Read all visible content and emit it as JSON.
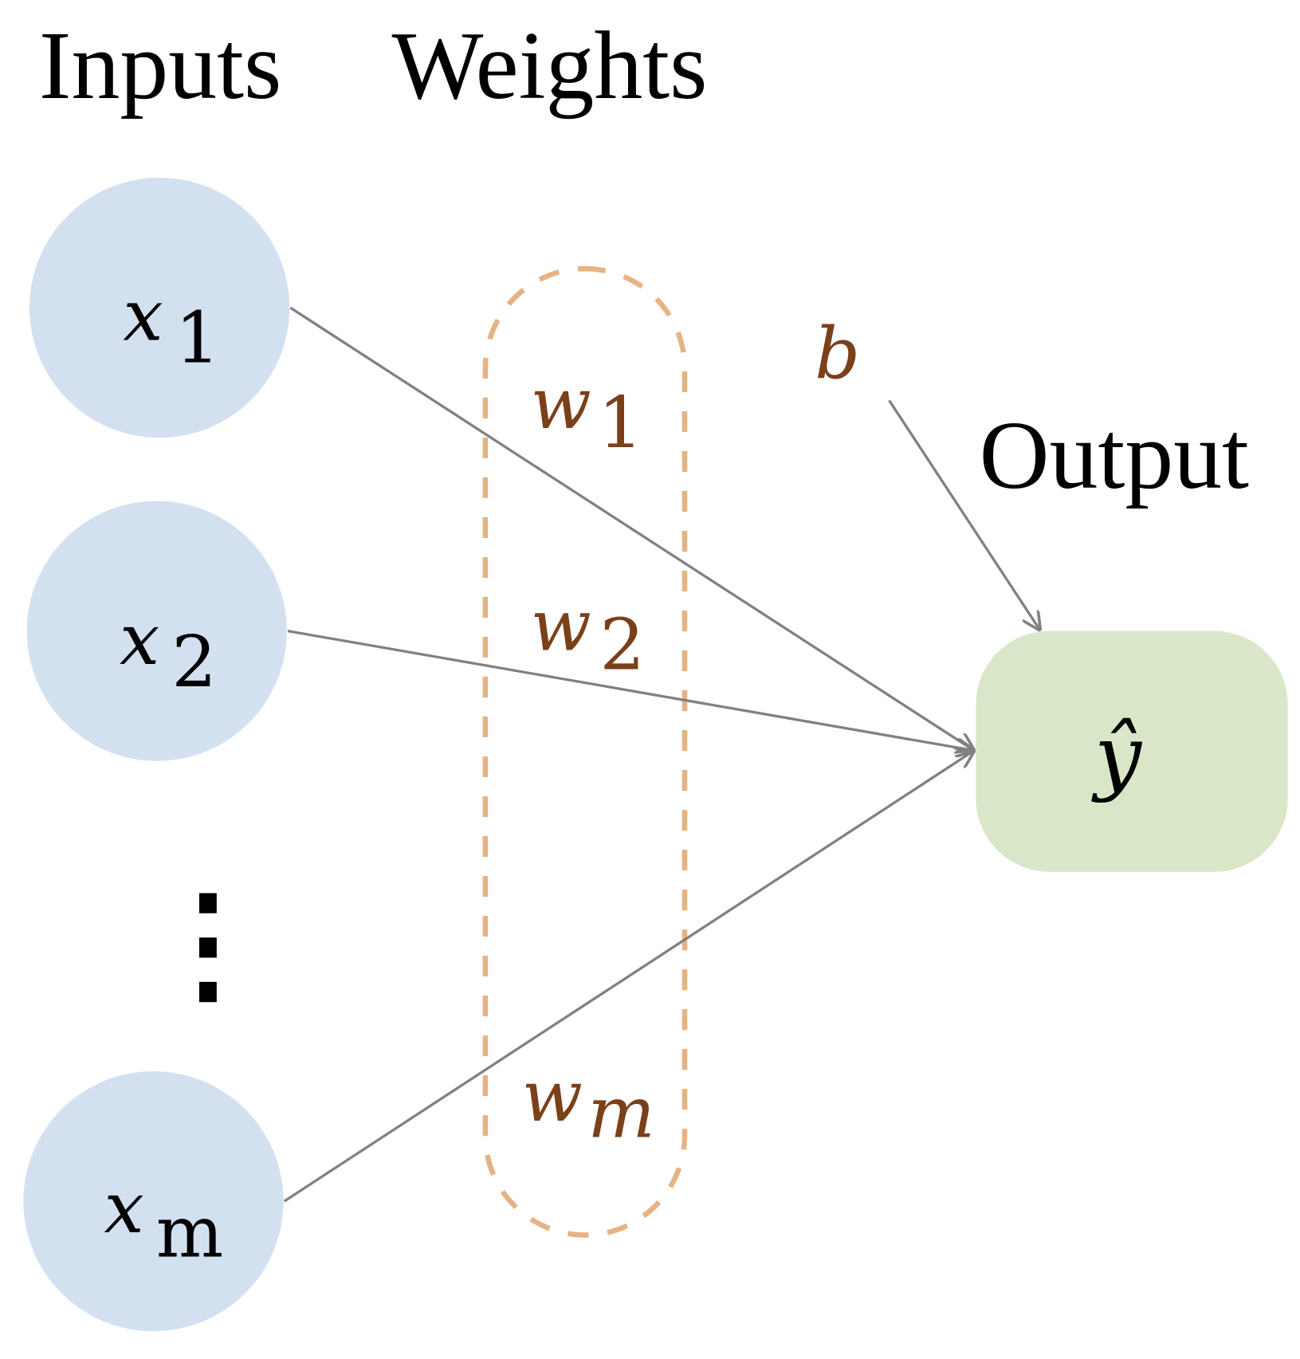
{
  "headings": {
    "inputs": "Inputs",
    "weights": "Weights",
    "output": "Output"
  },
  "inputs": [
    {
      "symbol": "x",
      "subscript": "1"
    },
    {
      "symbol": "x",
      "subscript": "2"
    },
    {
      "symbol": "x",
      "subscript": "m"
    }
  ],
  "ellipsis": "⋮",
  "weights": [
    {
      "symbol": "w",
      "subscript": "1"
    },
    {
      "symbol": "w",
      "subscript": "2"
    },
    {
      "symbol": "w",
      "subscript": "m"
    }
  ],
  "bias": {
    "symbol": "b"
  },
  "output_node": {
    "symbol": "ŷ"
  },
  "colors": {
    "input_fill": "#d3e0f0",
    "output_fill": "#d9e7c8",
    "weight_box_stroke": "#e6b383",
    "weight_text": "#7a4019",
    "edge": "#808080"
  }
}
